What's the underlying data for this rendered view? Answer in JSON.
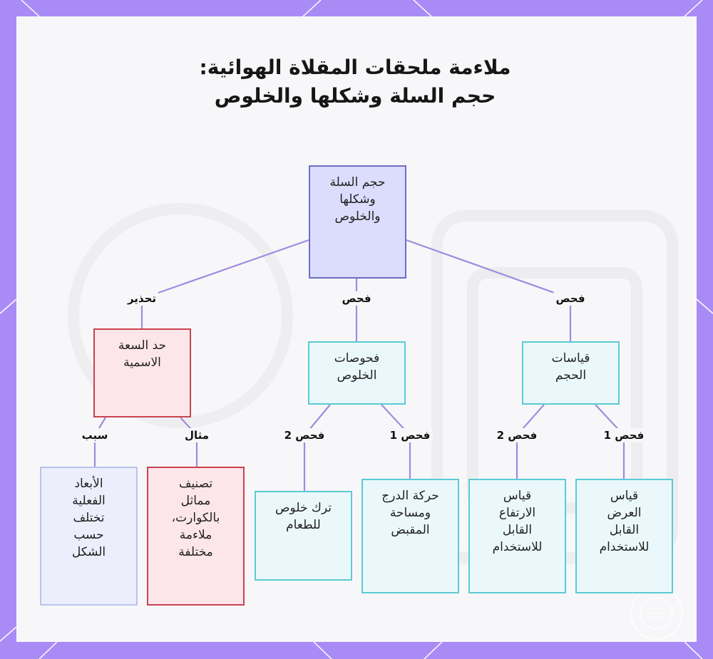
{
  "title": "ملاءمة ملحقات المقلاة الهوائية: حجم السلة وشكلها والخلوص",
  "nodes": {
    "root": "حجم السلة\nوشكلها\nوالخلوص",
    "capacity_limit": "حد السعة\nالاسمية",
    "clearance_checks": "فحوصات\nالخلوص",
    "size_measurements": "قياسات\nالحجم",
    "actual_dimensions": "الأبعاد\nالفعلية\nتختلف\nحسب\nالشكل",
    "quart_example": "تصنيف\nمماثل\nبالكوارت،\nملاءمة\nمختلفة",
    "food_clearance": "ترك خلوص\nللطعام",
    "drawer_handle": "حركة الدرج\nومساحة\nالمقبض",
    "usable_height": "قياس\nالارتفاع\nالقابل\nللاستخدام",
    "usable_width": "قياس\nالعرض\nالقابل\nللاستخدام"
  },
  "edge_labels": {
    "root_capacity": "تحذير",
    "root_clearance": "فحص",
    "root_size": "فحص",
    "capacity_reason": "سبب",
    "capacity_example": "مثال",
    "clearance_check2": "فحص 2",
    "clearance_check1": "فحص 1",
    "size_check2": "فحص 2",
    "size_check1": "فحص 1"
  },
  "colors": {
    "frame": "#a98bf6",
    "canvas": "#f7f7f9",
    "edge": "#a08ae0",
    "root_fill": "#dcdcfd",
    "root_border": "#6e6ec3",
    "warning_fill": "#fce6ea",
    "warning_border": "#c9434f",
    "check_fill": "#eaf8fb",
    "check_border": "#5ccbd6",
    "reason_fill": "#eceefb",
    "reason_border": "#b9c3ec"
  }
}
